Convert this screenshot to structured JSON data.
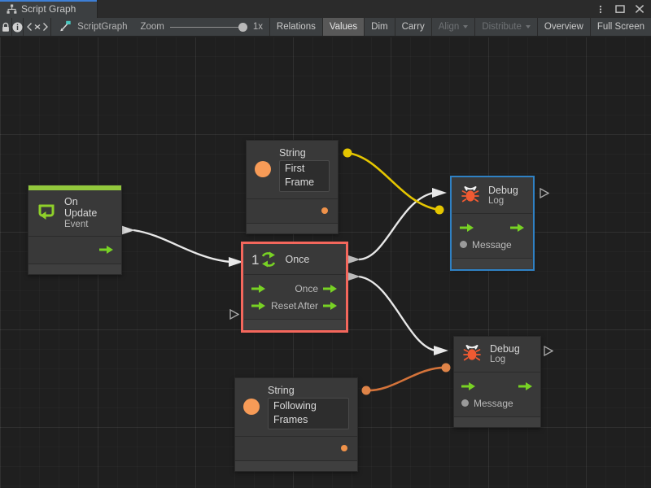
{
  "window": {
    "tab_label": "Script Graph",
    "tab_icon": "graph-icon",
    "controls": [
      "more-options-icon",
      "maximize-icon",
      "close-icon"
    ]
  },
  "toolbar": {
    "lock_icon": "lock-icon",
    "info_icon": "info-icon",
    "variables_icon": "angle-brackets-x-icon",
    "graph_icon": "scriptgraph-icon",
    "graph_name": "ScriptGraph",
    "zoom_label": "Zoom",
    "zoom_value": "1x",
    "buttons": [
      {
        "label": "Relations",
        "state": "normal"
      },
      {
        "label": "Values",
        "state": "active"
      },
      {
        "label": "Dim",
        "state": "normal"
      },
      {
        "label": "Carry",
        "state": "normal"
      },
      {
        "label": "Align",
        "state": "disabled",
        "dropdown": true
      },
      {
        "label": "Distribute",
        "state": "disabled",
        "dropdown": true
      },
      {
        "label": "Overview",
        "state": "normal"
      },
      {
        "label": "Full Screen",
        "state": "normal"
      }
    ]
  },
  "colors": {
    "event_green": "#92c83c",
    "flow_green": "#78d224",
    "selection_red": "#f4675c",
    "selection_blue": "#2f81c4",
    "string_orange": "#f79b57",
    "edge_yellow": "#e5c600",
    "edge_orange": "#d4733a",
    "edge_white": "#e8e8e8",
    "node_bg": "#393939",
    "canvas_bg": "#1f1f1f"
  },
  "graph": {
    "nodes": [
      {
        "id": "on-update",
        "kind": "event",
        "title": "On Update",
        "subtitle": "Event",
        "icon": "on-update-event-icon",
        "selected": false,
        "outputs": [
          {
            "label": "",
            "type": "flow"
          }
        ]
      },
      {
        "id": "string-first-frame",
        "kind": "string-literal",
        "title": "String",
        "icon": "string-value-icon",
        "value": "First Frame",
        "placeholder": "",
        "selected": false
      },
      {
        "id": "once",
        "kind": "control",
        "title": "Once",
        "icon": "once-loop-icon",
        "badge": "1",
        "selected": true,
        "selection_color": "red",
        "inputs": [
          {
            "label": "",
            "type": "flow"
          },
          {
            "label": "Reset",
            "type": "flow"
          }
        ],
        "outputs": [
          {
            "label": "Once",
            "type": "flow"
          },
          {
            "label": "After",
            "type": "flow"
          }
        ]
      },
      {
        "id": "debug-log-top",
        "kind": "unit",
        "title": "Debug",
        "subtitle": "Log",
        "icon": "debug-bug-icon",
        "selected": true,
        "selection_color": "blue",
        "inputs": [
          {
            "label": "",
            "type": "flow"
          },
          {
            "label": "Message",
            "type": "value"
          }
        ],
        "outputs": [
          {
            "label": "",
            "type": "flow"
          }
        ]
      },
      {
        "id": "string-following-frames",
        "kind": "string-literal",
        "title": "String",
        "icon": "string-value-icon",
        "value": "Following Frames",
        "placeholder": "",
        "selected": false
      },
      {
        "id": "debug-log-bottom",
        "kind": "unit",
        "title": "Debug",
        "subtitle": "Log",
        "icon": "debug-bug-icon",
        "selected": false,
        "inputs": [
          {
            "label": "",
            "type": "flow"
          },
          {
            "label": "Message",
            "type": "value"
          }
        ],
        "outputs": [
          {
            "label": "",
            "type": "flow"
          }
        ]
      }
    ],
    "edges": [
      {
        "from": "on-update",
        "to": "once",
        "type": "flow",
        "color": "#e8e8e8"
      },
      {
        "from": "once.Once",
        "to": "debug-log-top",
        "type": "flow",
        "color": "#e8e8e8"
      },
      {
        "from": "once.After",
        "to": "debug-log-bottom",
        "type": "flow",
        "color": "#e8e8e8"
      },
      {
        "from": "string-first-frame",
        "to": "debug-log-top.Message",
        "type": "value",
        "color": "#e5c600"
      },
      {
        "from": "string-following-frames",
        "to": "debug-log-bottom.Message",
        "type": "value",
        "color": "#d4733a"
      }
    ]
  }
}
